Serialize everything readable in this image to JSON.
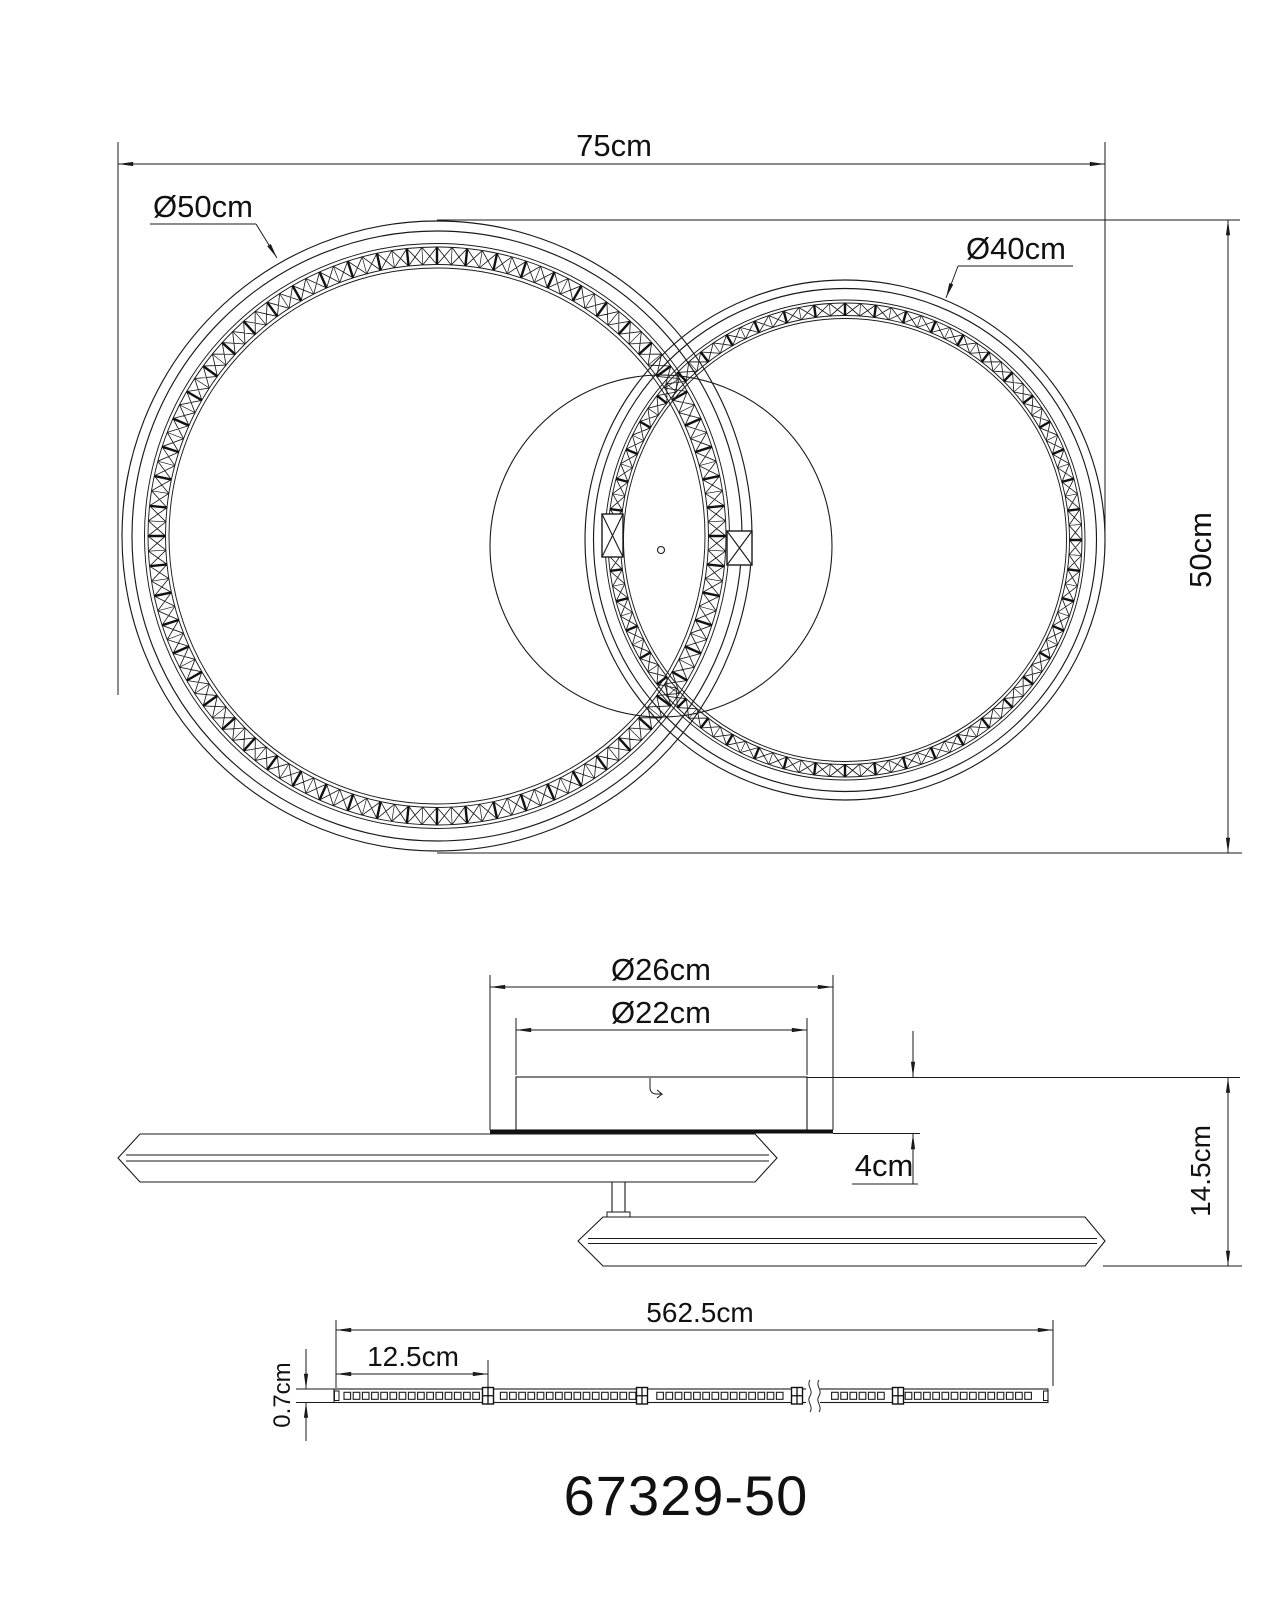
{
  "product_code": "67329-50",
  "top_view": {
    "width_label": "75cm",
    "height_label": "50cm",
    "outer_ring_label": "Ø50cm",
    "inner_ring_label": "Ø40cm"
  },
  "side_view": {
    "canopy_outer_label": "Ø26cm",
    "canopy_inner_label": "Ø22cm",
    "canopy_height_label": "4cm",
    "fixture_height_label": "14.5cm"
  },
  "led_strip": {
    "total_length_label": "562.5cm",
    "segment_length_label": "12.5cm",
    "strip_height_label": "0.7cm"
  }
}
